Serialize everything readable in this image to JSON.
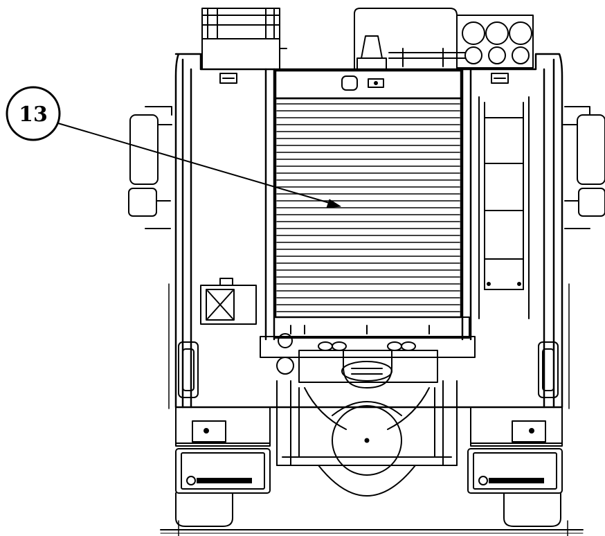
{
  "callout": {
    "number": "13"
  },
  "colors": {
    "line": "#000000",
    "background": "#ffffff"
  },
  "icons": [
    "rosenbauer-logo",
    "rolling-shutter",
    "ladder",
    "rear-lamp",
    "mudflap",
    "spare-wheel",
    "beacon-light"
  ]
}
